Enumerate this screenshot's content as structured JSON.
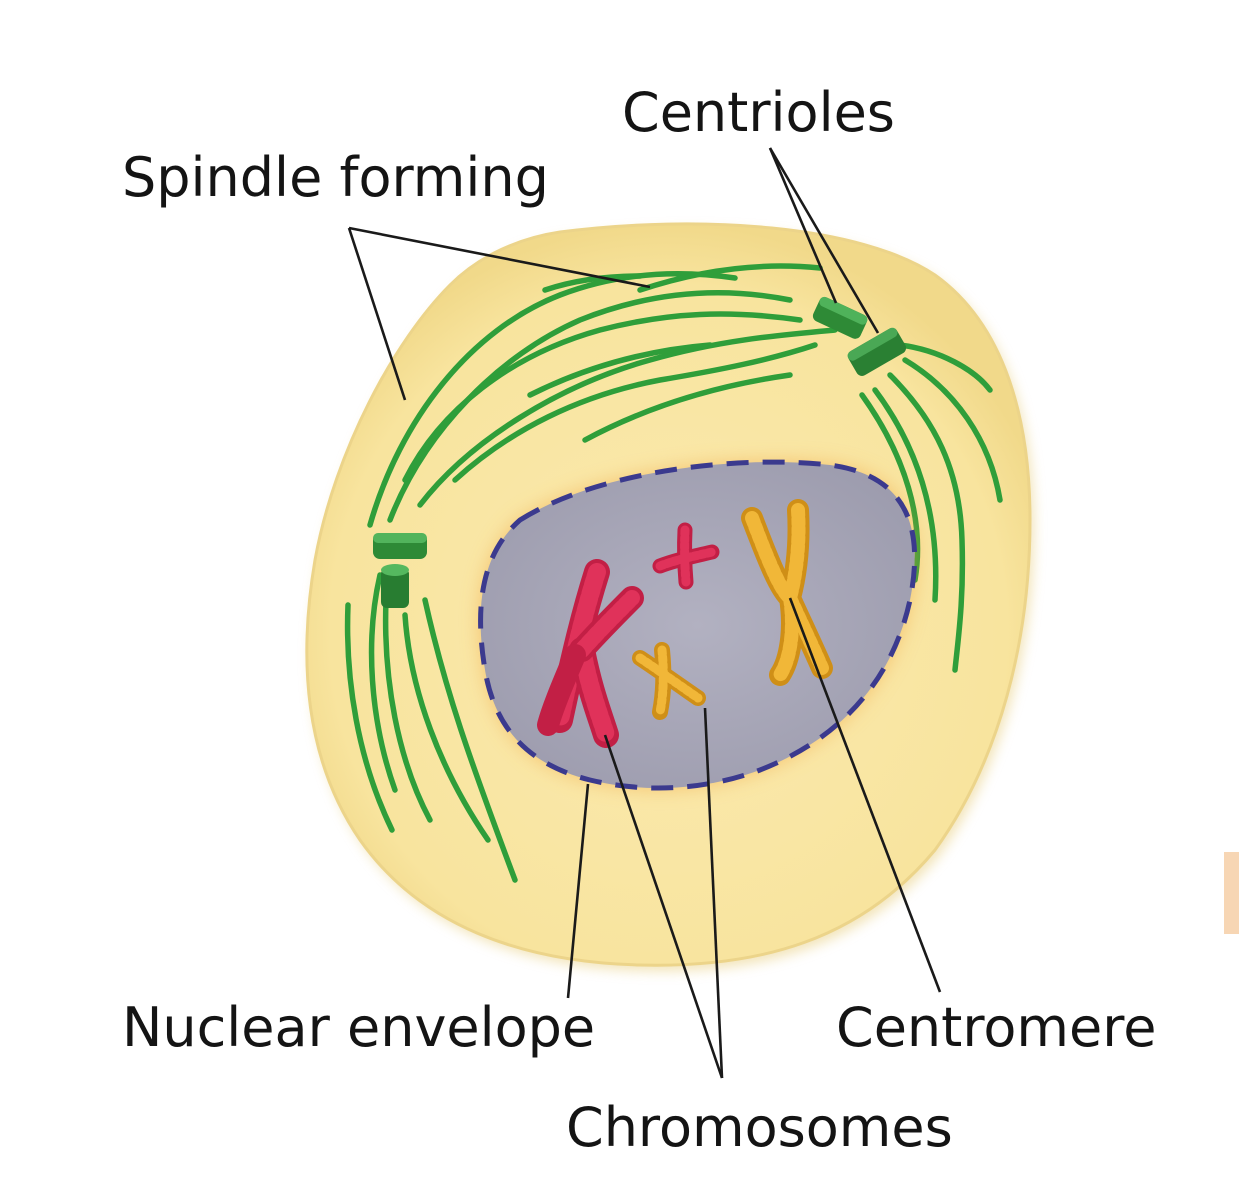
{
  "labels": {
    "centrioles": "Centrioles",
    "spindle_forming": "Spindle forming",
    "nuclear_envelope": "Nuclear envelope",
    "centromere": "Centromere",
    "chromosomes": "Chromosomes"
  },
  "colors": {
    "cytoplasm": "#f9e6a3",
    "cell_edge": "#efd98d",
    "nucleus": "#a8a7b8",
    "nuclear_envelope": "#3b3a8e",
    "spindle": "#2f9e3a",
    "centriole": "#2e8a36",
    "chromosome_red": "#d8264f",
    "chromosome_yellow": "#e8a620",
    "text": "#141414"
  }
}
